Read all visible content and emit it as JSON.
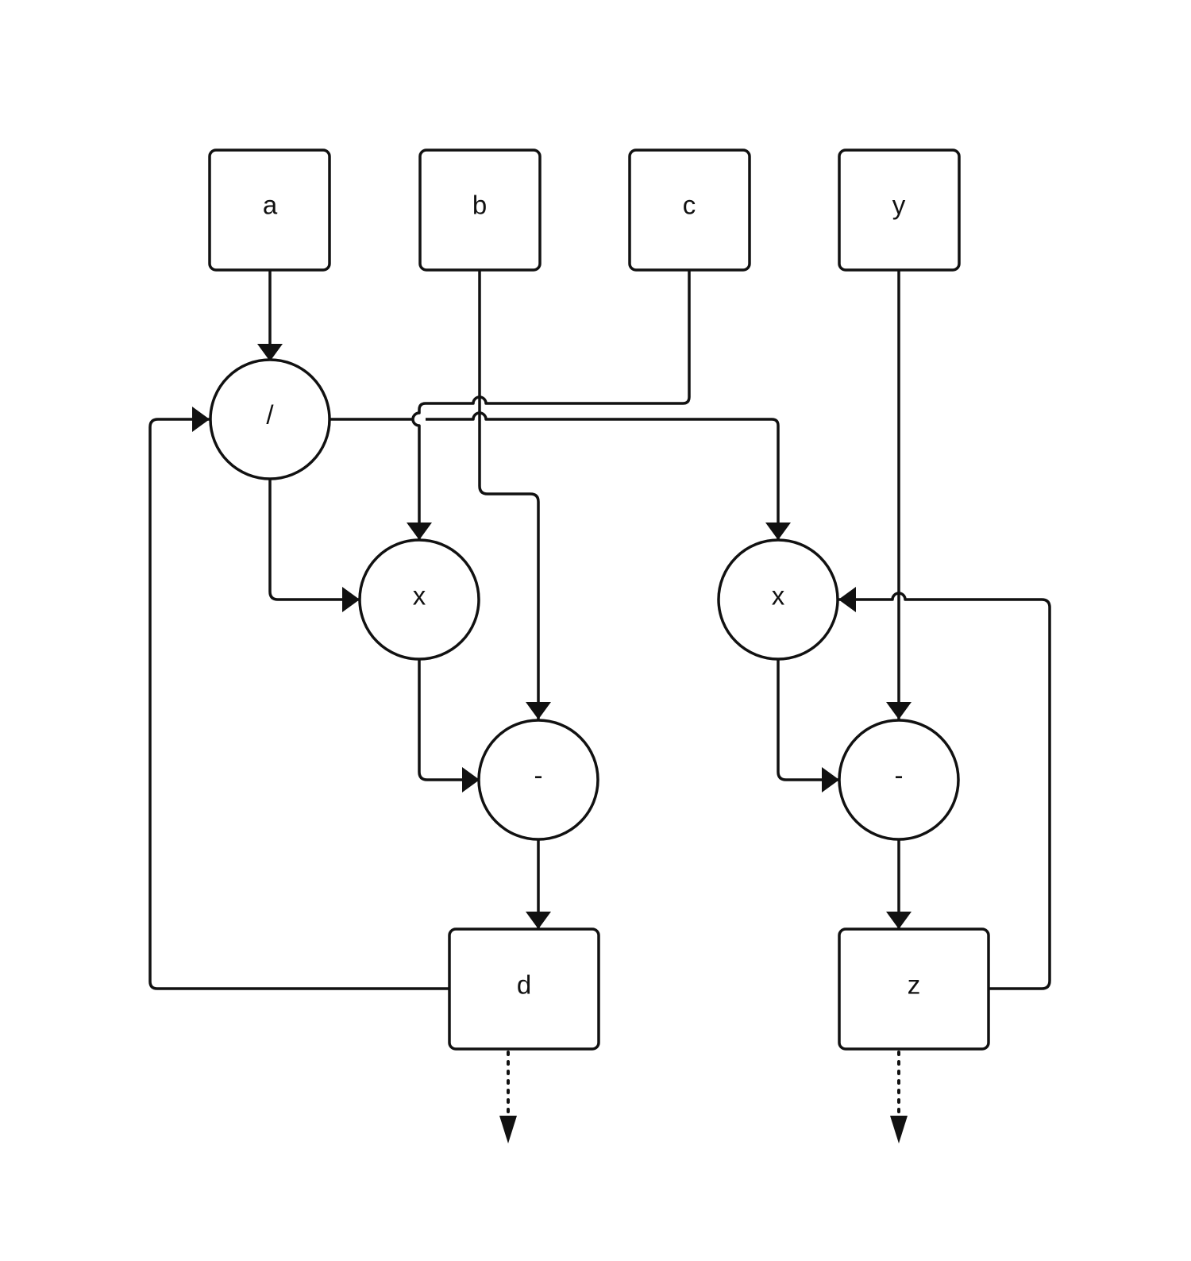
{
  "diagram": {
    "inputs": {
      "a": "a",
      "b": "b",
      "c": "c",
      "y": "y"
    },
    "operators": {
      "divide": "/",
      "multiply_left": "x",
      "multiply_right": "x",
      "subtract_left": "-",
      "subtract_right": "-"
    },
    "outputs": {
      "d": "d",
      "z": "z"
    }
  }
}
